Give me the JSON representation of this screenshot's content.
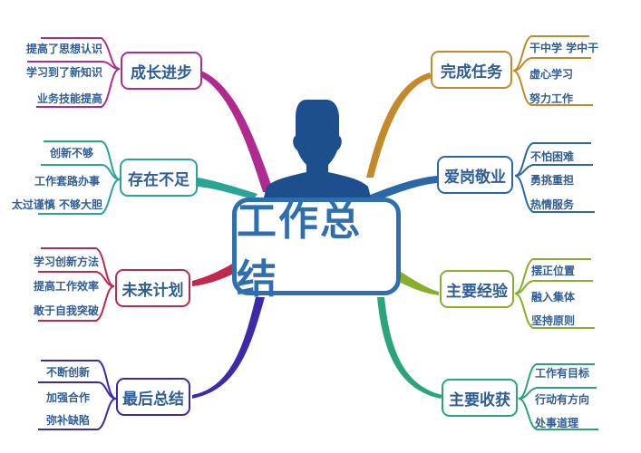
{
  "center": {
    "title": "工作总结",
    "icon": "person-silhouette-icon",
    "color": "#2f6fb0"
  },
  "branches": {
    "growth": {
      "label": "成长进步",
      "color": "#b02a8f",
      "items": [
        "提高了思想认识",
        "学习到了新知识",
        "业务技能提高"
      ]
    },
    "shortcomings": {
      "label": "存在不足",
      "color": "#2aa595",
      "items": [
        "创新不够",
        "工作套路办事",
        "太过谨慎  不够大胆"
      ]
    },
    "future_plan": {
      "label": "未来计划",
      "color": "#c0284f",
      "items": [
        "学习创新方法",
        "提高工作效率",
        "敢于自我突破"
      ]
    },
    "final_summary": {
      "label": "最后总结",
      "color": "#3e2aa8",
      "items": [
        "不断创新",
        "加强合作",
        "弥补缺陷"
      ]
    },
    "complete_tasks": {
      "label": "完成任务",
      "color": "#c48a2a",
      "items": [
        "干中学  学中干",
        "虚心学习",
        "努力工作"
      ]
    },
    "dedication": {
      "label": "爱岗敬业",
      "color": "#2a68a8",
      "items": [
        "不怕困难",
        "勇挑重担",
        "热情服务"
      ]
    },
    "experience": {
      "label": "主要经验",
      "color": "#86b02a",
      "items": [
        "摆正位置",
        "融入集体",
        "坚持原则"
      ]
    },
    "gains": {
      "label": "主要收获",
      "color": "#2aa57a",
      "items": [
        "工作有目标",
        "行动有方向",
        "处事道理"
      ]
    }
  }
}
